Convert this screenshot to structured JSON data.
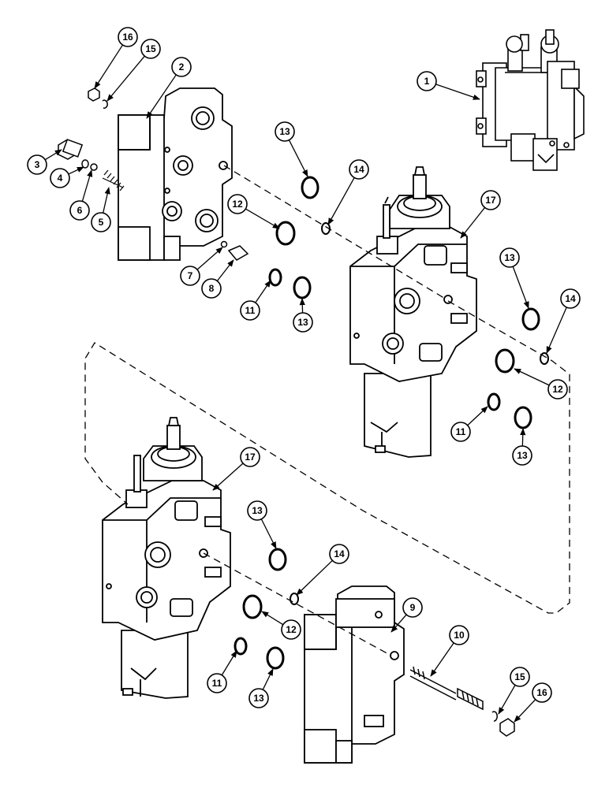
{
  "diagram": {
    "type": "exploded-parts-view",
    "callouts": [
      {
        "id": "c1",
        "label": "1"
      },
      {
        "id": "c2",
        "label": "2"
      },
      {
        "id": "c3",
        "label": "3"
      },
      {
        "id": "c4",
        "label": "4"
      },
      {
        "id": "c5",
        "label": "5"
      },
      {
        "id": "c6",
        "label": "6"
      },
      {
        "id": "c7",
        "label": "7"
      },
      {
        "id": "c8",
        "label": "8"
      },
      {
        "id": "c9",
        "label": "9"
      },
      {
        "id": "c10",
        "label": "10"
      },
      {
        "id": "c11a",
        "label": "11"
      },
      {
        "id": "c11b",
        "label": "11"
      },
      {
        "id": "c11c",
        "label": "11"
      },
      {
        "id": "c12a",
        "label": "12"
      },
      {
        "id": "c12b",
        "label": "12"
      },
      {
        "id": "c12c",
        "label": "12"
      },
      {
        "id": "c13a",
        "label": "13"
      },
      {
        "id": "c13b",
        "label": "13"
      },
      {
        "id": "c13c",
        "label": "13"
      },
      {
        "id": "c13d",
        "label": "13"
      },
      {
        "id": "c13e",
        "label": "13"
      },
      {
        "id": "c13f",
        "label": "13"
      },
      {
        "id": "c14a",
        "label": "14"
      },
      {
        "id": "c14b",
        "label": "14"
      },
      {
        "id": "c14c",
        "label": "14"
      },
      {
        "id": "c15a",
        "label": "15"
      },
      {
        "id": "c15b",
        "label": "15"
      },
      {
        "id": "c16a",
        "label": "16"
      },
      {
        "id": "c16b",
        "label": "16"
      },
      {
        "id": "c17a",
        "label": "17"
      },
      {
        "id": "c17b",
        "label": "17"
      }
    ]
  }
}
